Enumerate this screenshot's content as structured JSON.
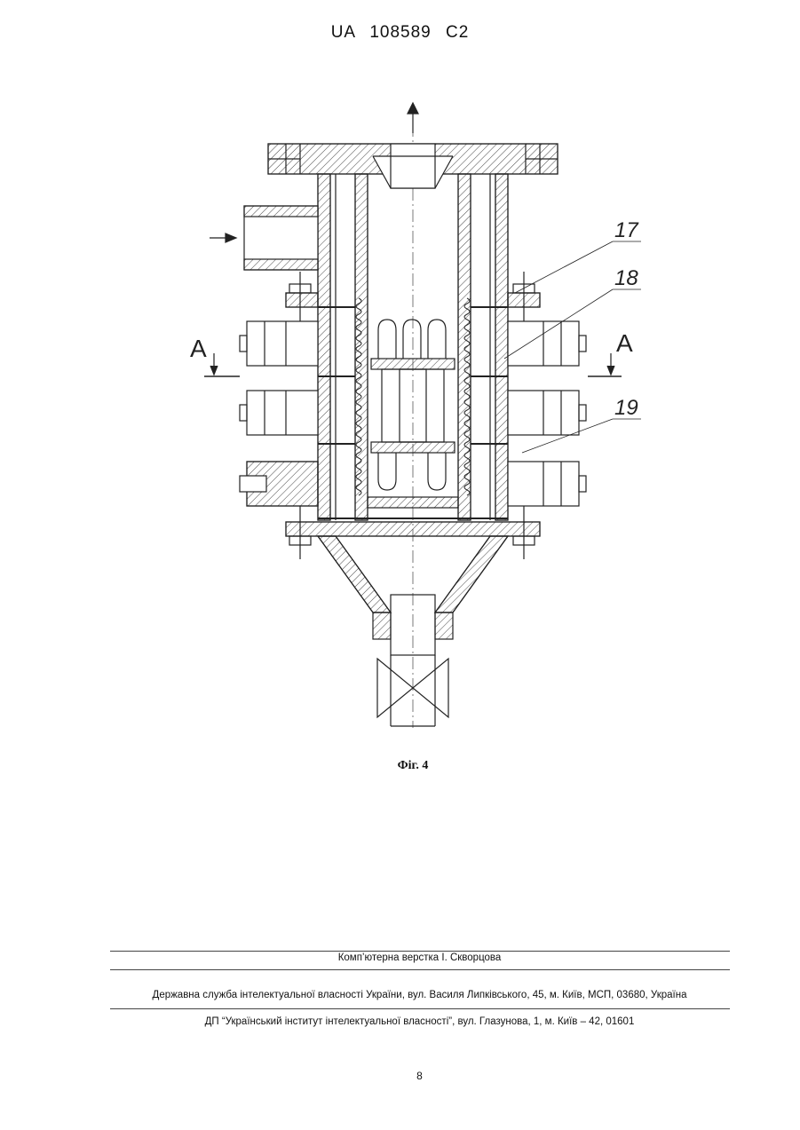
{
  "header": {
    "patent_id": "UA   108589   C2"
  },
  "drawing": {
    "labels": {
      "l17": "17",
      "l18": "18",
      "l19": "19",
      "sectionA": "A"
    }
  },
  "caption": "Фіг. 4",
  "footer": {
    "typesetting": "Комп’ютерна верстка І. Скворцова",
    "agency": "Державна служба інтелектуальної власності України, вул. Василя Липківського, 45, м. Київ, МСП, 03680, Україна",
    "institute": "ДП “Український інститут інтелектуальної власності”, вул. Глазунова, 1, м. Київ – 42, 01601"
  },
  "page_number": "8"
}
